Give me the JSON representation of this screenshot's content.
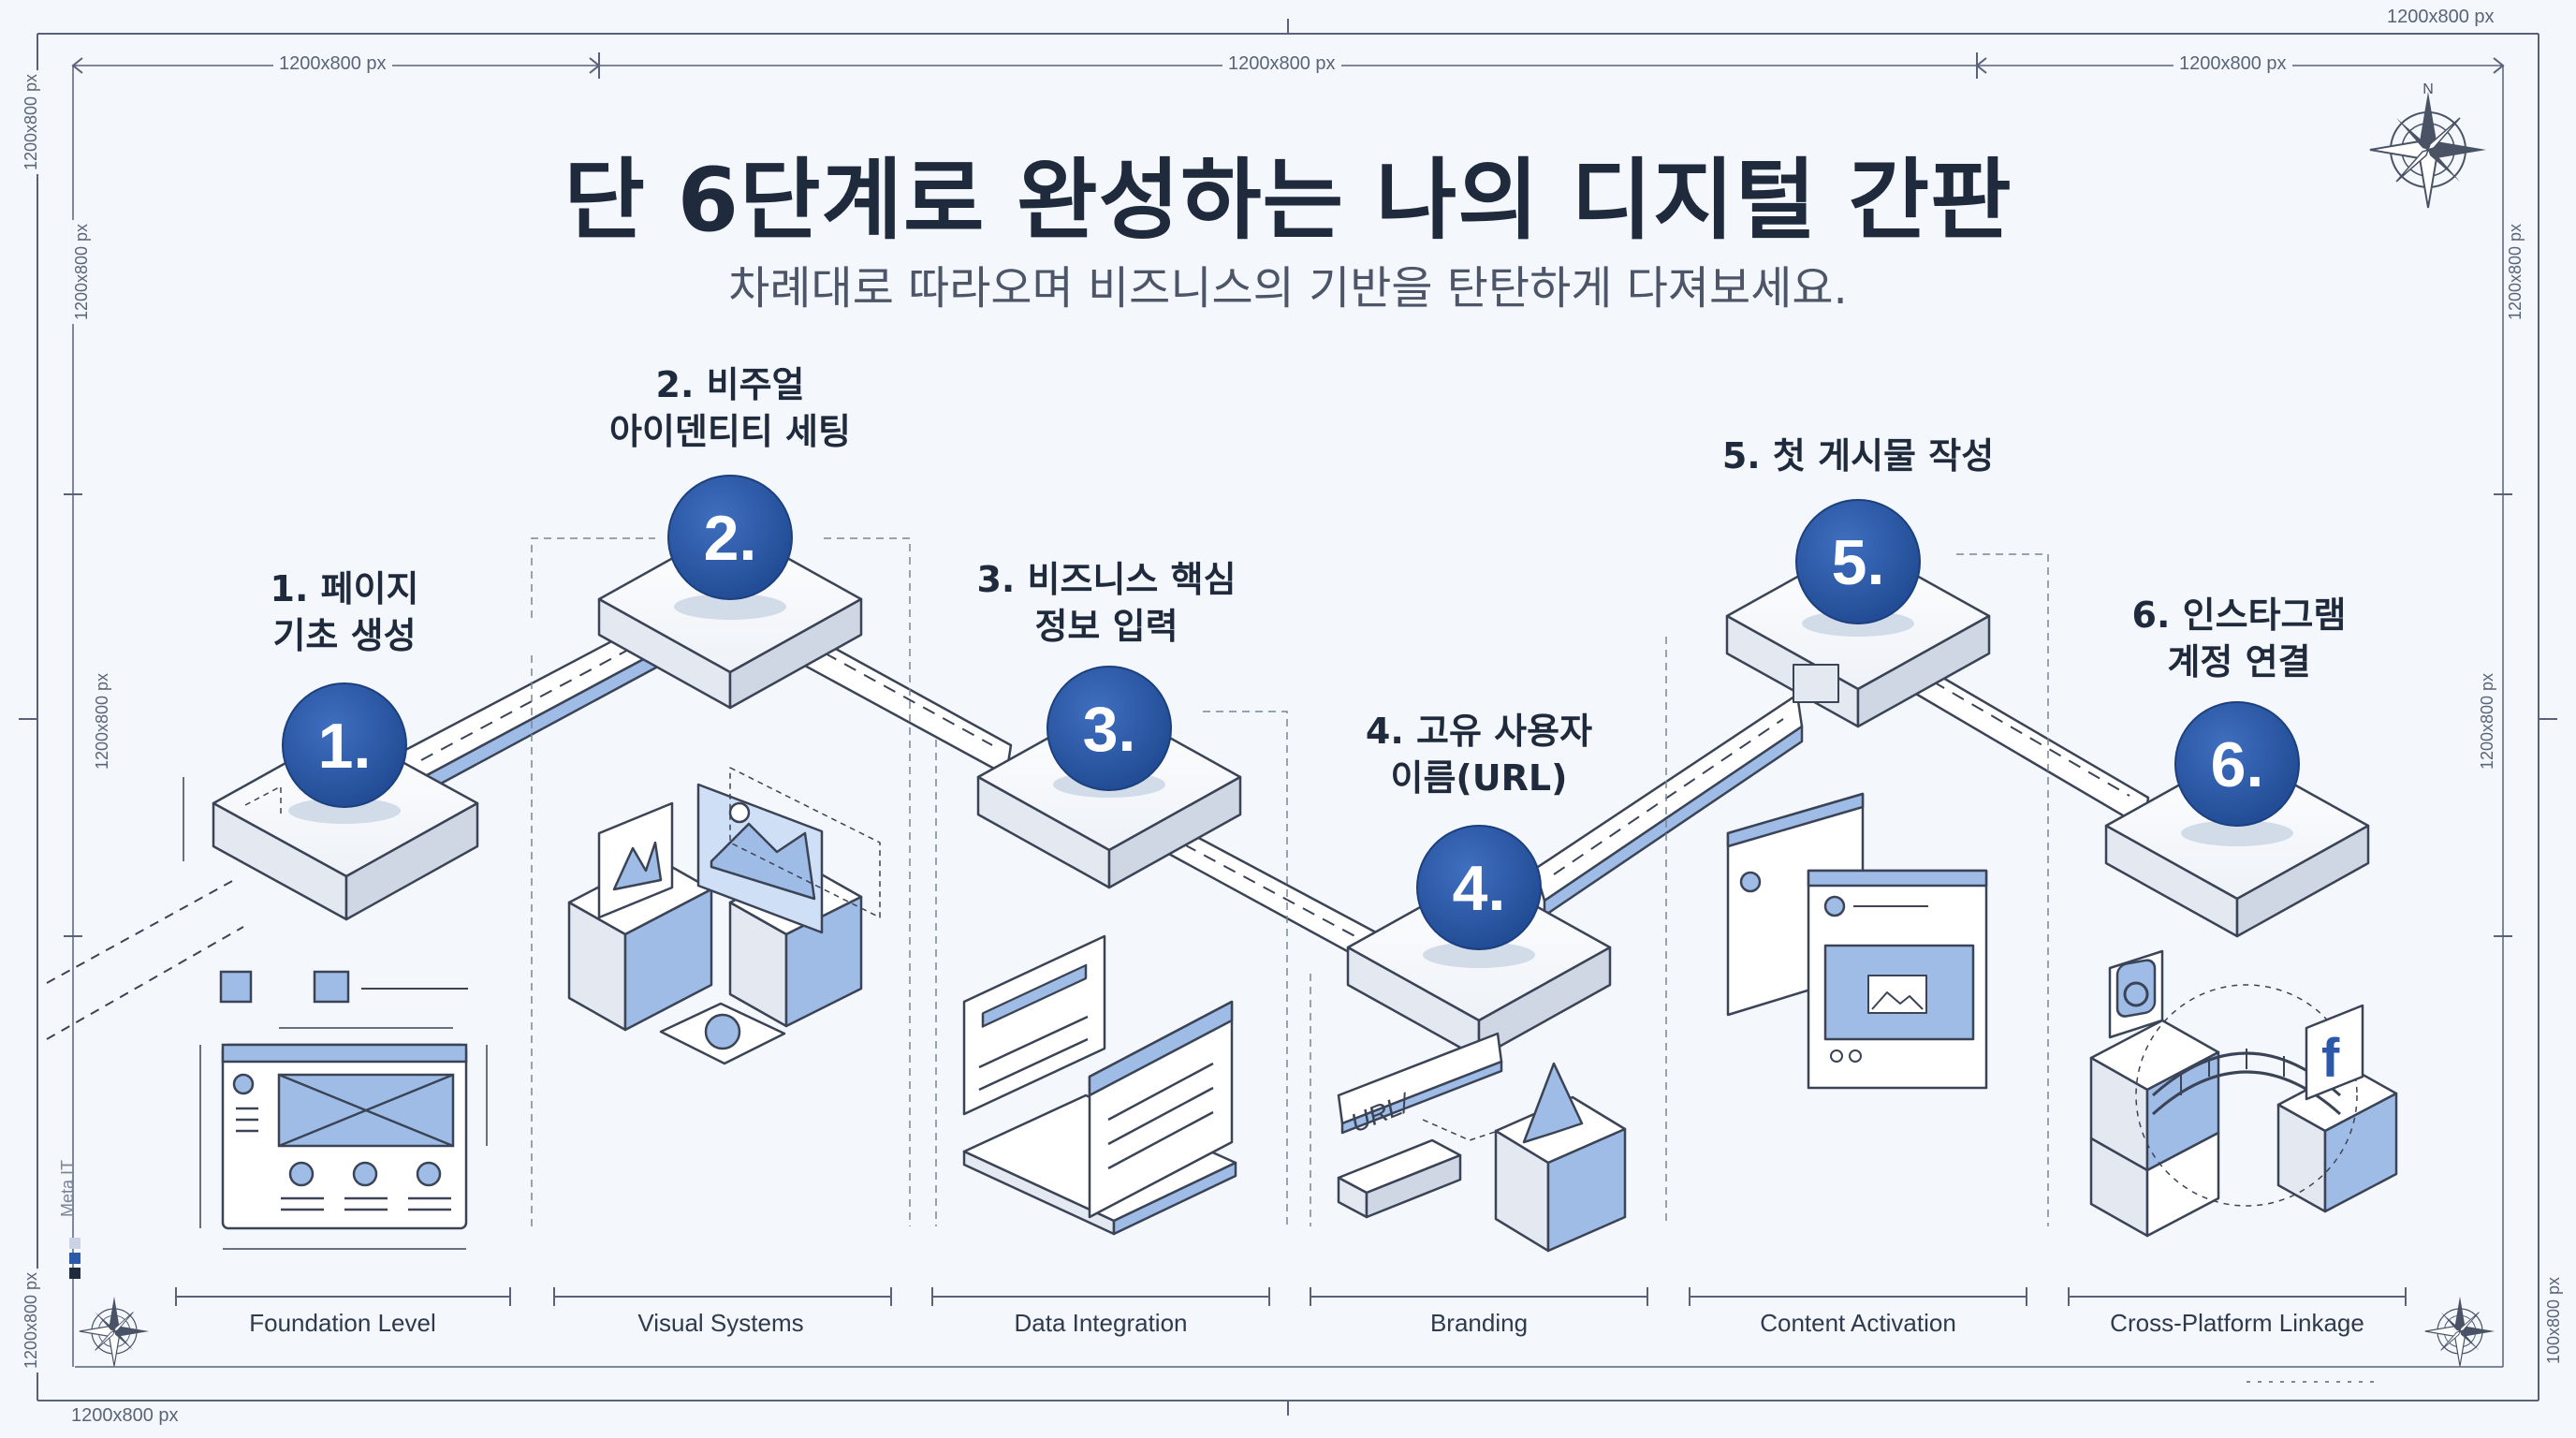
{
  "title": "단 6단계로 완성하는 나의 디지털 간판",
  "subtitle": "차례대로 따라오며 비즈니스의 기반을 탄탄하게 다져보세요.",
  "dimension_label": "1200x800 px",
  "dimension_label_alt": "100x800 px",
  "credit": "Meta IT",
  "compass_north": "N",
  "steps": [
    {
      "number": "1.",
      "label_line1": "1. 페이지",
      "label_line2": "기초 생성",
      "caption": "Foundation Level"
    },
    {
      "number": "2.",
      "label_line1": "2. 비주얼",
      "label_line2": "아이덴티티 세팅",
      "caption": "Visual Systems"
    },
    {
      "number": "3.",
      "label_line1": "3. 비즈니스 핵심",
      "label_line2": "정보 입력",
      "caption": "Data Integration"
    },
    {
      "number": "4.",
      "label_line1": "4. 고유 사용자",
      "label_line2": "이름(URL)",
      "caption": "Branding"
    },
    {
      "number": "5.",
      "label_line1": "5. 첫 게시물 작성",
      "label_line2": "",
      "caption": "Content Activation"
    },
    {
      "number": "6.",
      "label_line1": "6. 인스타그램",
      "label_line2": "계정 연결",
      "caption": "Cross-Platform Linkage"
    }
  ],
  "illustration_text": {
    "url_tag": "URL/"
  },
  "colors": {
    "accent": "#2d5aa8",
    "accent_light": "#9fbce6",
    "line": "#3b4456",
    "background": "#f4f7fb"
  },
  "icons": [
    "compass-rose-icon",
    "facebook-icon",
    "instagram-icon",
    "image-placeholder-icon",
    "google-icon"
  ]
}
